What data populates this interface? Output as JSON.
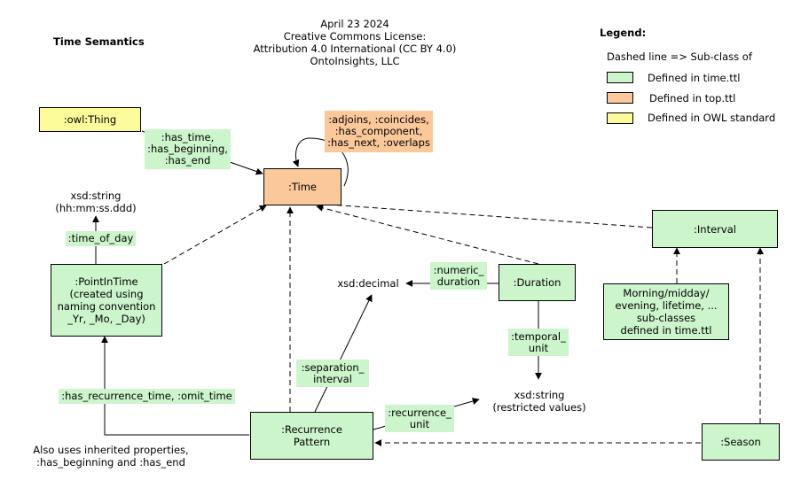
{
  "header": {
    "title": "Time Semantics",
    "info": "April 23 2024\nCreative Commons License:\nAttribution 4.0 International (CC BY 4.0)\nOntoInsights, LLC"
  },
  "legend": {
    "heading": "Legend:",
    "dashed_note": "Dashed line => Sub-class of",
    "items": [
      {
        "label": "Defined in time.ttl",
        "color": "#ccf5cc"
      },
      {
        "label": "Defined in top.ttl",
        "color": "#fbc89a"
      },
      {
        "label": "Defined in OWL standard",
        "color": "#fbfb99"
      }
    ]
  },
  "colors": {
    "time_ttl": "#ccf5cc",
    "top_ttl": "#fbc89a",
    "owl": "#fbfb99",
    "stroke": "#000000"
  },
  "nodes": {
    "owl_thing": ":owl:Thing",
    "time": ":Time",
    "interval": ":Interval",
    "point_in_time": ":PointInTime\n(created using\nnaming convention\n_Yr, _Mo, _Day)",
    "duration": ":Duration",
    "interval_subclasses": "Morning/midday/\nevening, lifetime, ...\nsub-classes\ndefined in time.ttl",
    "recurrence_pattern": ":Recurrence\nPattern",
    "season": ":Season"
  },
  "datatypes": {
    "xsd_string_time": "xsd:string\n(hh:mm:ss.ddd)",
    "xsd_decimal": "xsd:decimal",
    "xsd_string_restricted": "xsd:string\n(restricted values)"
  },
  "edge_labels": {
    "has_time": ":has_time,\n:has_beginning,\n:has_end",
    "time_relations": ":adjoins, :coincides,\n:has_component,\n:has_next, :overlaps",
    "time_of_day": ":time_of_day",
    "numeric_duration": ":numeric_\nduration",
    "temporal_unit": ":temporal_\nunit",
    "separation_interval": ":separation_\ninterval",
    "recurrence_unit": ":recurrence_\nunit",
    "has_recurrence_time": ":has_recurrence_time, :omit_time"
  },
  "notes": {
    "inherited": "Also uses inherited properties,\n:has_beginning and :has_end"
  }
}
